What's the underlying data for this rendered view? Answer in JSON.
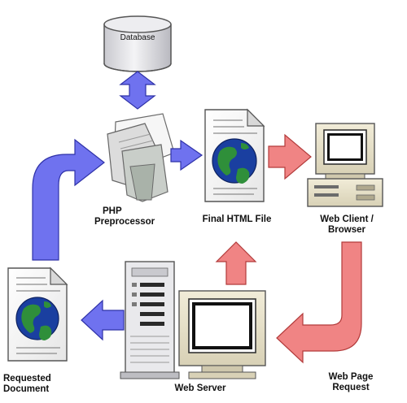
{
  "nodes": {
    "database": {
      "label": "Database"
    },
    "php_preprocessor": {
      "line1": "PHP",
      "line2": "Preprocessor"
    },
    "final_html_file": {
      "label": "Final HTML File"
    },
    "web_client": {
      "line1": "Web Client /",
      "line2": "Browser"
    },
    "web_server": {
      "label": "Web Server"
    },
    "requested_document": {
      "line1": "Requested",
      "line2": "Document"
    }
  },
  "edges": {
    "web_page_request": {
      "line1": "Web Page",
      "line2": "Request"
    }
  },
  "colors": {
    "blue_arrow": "#6f72ef",
    "blue_arrow_stroke": "#2f32a8",
    "red_arrow": "#f08484",
    "red_arrow_stroke": "#b23a3a",
    "globe_ocean": "#1a3fa0",
    "globe_land": "#2f8f3a",
    "database_fill": "#e8e8ec"
  }
}
